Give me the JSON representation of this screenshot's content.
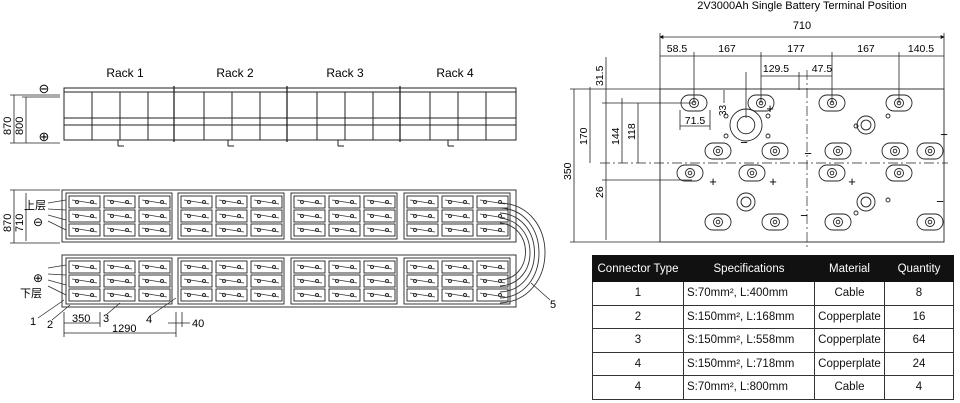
{
  "title": "2V3000Ah Single Battery Terminal Position",
  "racks": [
    "Rack 1",
    "Rack 2",
    "Rack 3",
    "Rack 4"
  ],
  "left_dims": {
    "h870_top": "870",
    "h800": "800",
    "h870_bottom": "870",
    "h710": "710",
    "upper_layer": "上层",
    "lower_layer": "下层",
    "minus": "⊖",
    "plus": "⊕",
    "w350": "350",
    "w1290": "1290",
    "w40": "40",
    "callouts": [
      "1",
      "2",
      "3",
      "4",
      "5"
    ]
  },
  "terminal_dims": {
    "total_width": "710",
    "widths": [
      "58.5",
      "167",
      "177",
      "167",
      "140.5"
    ],
    "w129_5": "129.5",
    "w47_5": "47.5",
    "w71_5": "71.5",
    "h33": "33",
    "h31_5": "31.5",
    "h170": "170",
    "h144": "144",
    "h118": "118",
    "h26": "26",
    "h350": "350",
    "plus": "+",
    "minus": "−"
  },
  "table": {
    "headers": [
      "Connector Type",
      "Specifications",
      "Material",
      "Quantity"
    ],
    "rows": [
      {
        "type": "1",
        "spec": "S:70mm², L:400mm",
        "material": "Cable",
        "qty": "8"
      },
      {
        "type": "2",
        "spec": "S:150mm², L:168mm",
        "material": "Copperplate",
        "qty": "16"
      },
      {
        "type": "3",
        "spec": "S:150mm², L:558mm",
        "material": "Copperplate",
        "qty": "64"
      },
      {
        "type": "4",
        "spec": "S:150mm², L:718mm",
        "material": "Copperplate",
        "qty": "24"
      },
      {
        "type": "4",
        "spec": "S:70mm², L:800mm",
        "material": "Cable",
        "qty": "4"
      }
    ]
  }
}
